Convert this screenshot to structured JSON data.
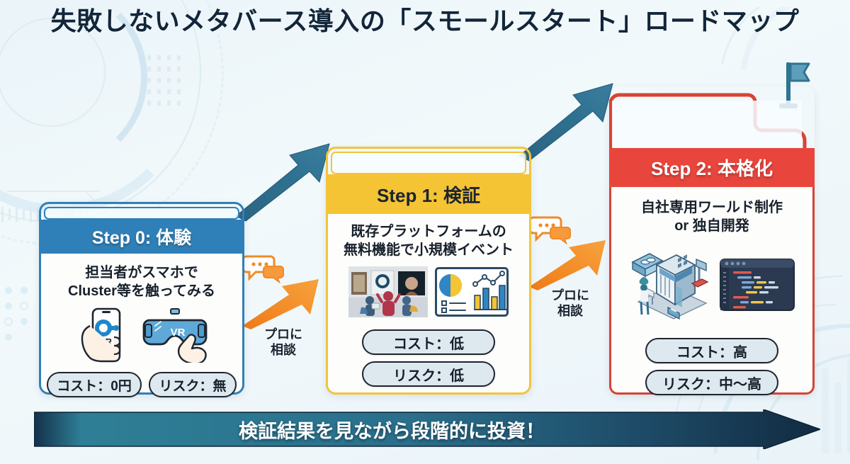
{
  "title": "失敗しないメタバース導入の「スモールスタート」ロードマップ",
  "colors": {
    "step0": "#2f80b8",
    "step1": "#f5c434",
    "step2": "#e8453c",
    "arrow_dark": "#2b6583",
    "arrow_orange": "#f08019",
    "banner_dark": "#14304a",
    "banner_teal": "#2e7f96",
    "background": "#eef6fa"
  },
  "steps": [
    {
      "id": "step0",
      "heading": "Step 0: 体験",
      "description": "担当者がスマホで\nCluster等を触ってみる",
      "desc_line1": "担当者がスマホで",
      "desc_line2": "Cluster等を触ってみる",
      "illustrations": [
        "hand-holding-smartphone-vr-icon",
        "vr-headset-with-finger-icon"
      ],
      "smartphone_label": "VR",
      "headset_label": "VR",
      "pills": [
        "コスト：0円",
        "リスク：無"
      ],
      "pill_layout": "row"
    },
    {
      "id": "step1",
      "heading": "Step 1: 検証",
      "description": "既存プラットフォームの\n無料機能で小規模イベント",
      "desc_line1": "既存プラットフォームの",
      "desc_line2": "無料機能で小規模イベント",
      "illustrations": [
        "virtual-gallery-meeting-photo",
        "dashboard-chart-icon"
      ],
      "pills": [
        "コスト：低",
        "リスク：低"
      ],
      "pill_layout": "column"
    },
    {
      "id": "step2",
      "heading": "Step 2: 本格化",
      "description": "自社専用ワールド制作\nor 独自開発",
      "desc_line1": "自社専用ワールド制作",
      "desc_line2": "or 独自開発",
      "illustrations": [
        "isometric-building-construction-icon",
        "code-editor-window-icon"
      ],
      "pills": [
        "コスト：高",
        "リスク：中〜高"
      ],
      "pill_layout": "column"
    }
  ],
  "connectors": [
    {
      "id": "connector-0-1",
      "line1": "プロに",
      "line2": "相談",
      "icon": "speech-bubbles-icon"
    },
    {
      "id": "connector-1-2",
      "line1": "プロに",
      "line2": "相談",
      "icon": "speech-bubbles-icon"
    }
  ],
  "flag": {
    "icon": "flag-icon"
  },
  "banner": {
    "text": "検証結果を見ながら段階的に投資！"
  }
}
